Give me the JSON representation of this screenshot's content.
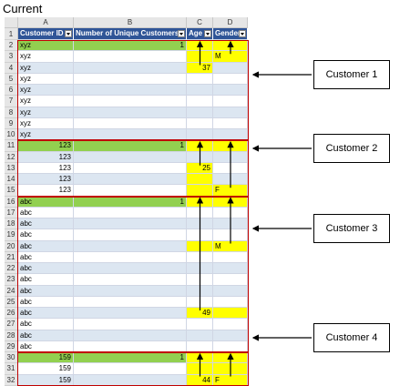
{
  "title": "Current",
  "columns": [
    "A",
    "B",
    "C",
    "D"
  ],
  "headers": {
    "customer_id": "Customer ID",
    "unique_customers": "Number of Unique Customers",
    "age": "Age",
    "gender": "Gender"
  },
  "rows": [
    {
      "n": "2",
      "a": "xyz",
      "b": "1",
      "c": "",
      "d": "",
      "fill": "green"
    },
    {
      "n": "3",
      "a": "xyz",
      "b": "",
      "c": "",
      "d": "M",
      "fill": "plain"
    },
    {
      "n": "4",
      "a": "xyz",
      "b": "",
      "c": "37",
      "d": "",
      "fill": "band"
    },
    {
      "n": "5",
      "a": "xyz",
      "b": "",
      "c": "",
      "d": "",
      "fill": "plain"
    },
    {
      "n": "6",
      "a": "xyz",
      "b": "",
      "c": "",
      "d": "",
      "fill": "band"
    },
    {
      "n": "7",
      "a": "xyz",
      "b": "",
      "c": "",
      "d": "",
      "fill": "plain"
    },
    {
      "n": "8",
      "a": "xyz",
      "b": "",
      "c": "",
      "d": "",
      "fill": "band"
    },
    {
      "n": "9",
      "a": "xyz",
      "b": "",
      "c": "",
      "d": "",
      "fill": "plain"
    },
    {
      "n": "10",
      "a": "xyz",
      "b": "",
      "c": "",
      "d": "",
      "fill": "band"
    },
    {
      "n": "11",
      "a": "123",
      "b": "1",
      "c": "",
      "d": "",
      "fill": "green"
    },
    {
      "n": "12",
      "a": "123",
      "b": "",
      "c": "",
      "d": "",
      "fill": "band"
    },
    {
      "n": "13",
      "a": "123",
      "b": "",
      "c": "25",
      "d": "",
      "fill": "plain"
    },
    {
      "n": "14",
      "a": "123",
      "b": "",
      "c": "",
      "d": "",
      "fill": "band"
    },
    {
      "n": "15",
      "a": "123",
      "b": "",
      "c": "",
      "d": "F",
      "fill": "plain"
    },
    {
      "n": "16",
      "a": "abc",
      "b": "1",
      "c": "",
      "d": "",
      "fill": "green"
    },
    {
      "n": "17",
      "a": "abc",
      "b": "",
      "c": "",
      "d": "",
      "fill": "plain"
    },
    {
      "n": "18",
      "a": "abc",
      "b": "",
      "c": "",
      "d": "",
      "fill": "band"
    },
    {
      "n": "19",
      "a": "abc",
      "b": "",
      "c": "",
      "d": "",
      "fill": "plain"
    },
    {
      "n": "20",
      "a": "abc",
      "b": "",
      "c": "",
      "d": "M",
      "fill": "band"
    },
    {
      "n": "21",
      "a": "abc",
      "b": "",
      "c": "",
      "d": "",
      "fill": "plain"
    },
    {
      "n": "22",
      "a": "abc",
      "b": "",
      "c": "",
      "d": "",
      "fill": "band"
    },
    {
      "n": "23",
      "a": "abc",
      "b": "",
      "c": "",
      "d": "",
      "fill": "plain"
    },
    {
      "n": "24",
      "a": "abc",
      "b": "",
      "c": "",
      "d": "",
      "fill": "band"
    },
    {
      "n": "25",
      "a": "abc",
      "b": "",
      "c": "",
      "d": "",
      "fill": "plain"
    },
    {
      "n": "26",
      "a": "abc",
      "b": "",
      "c": "49",
      "d": "",
      "fill": "band"
    },
    {
      "n": "27",
      "a": "abc",
      "b": "",
      "c": "",
      "d": "",
      "fill": "plain"
    },
    {
      "n": "28",
      "a": "abc",
      "b": "",
      "c": "",
      "d": "",
      "fill": "band"
    },
    {
      "n": "29",
      "a": "abc",
      "b": "",
      "c": "",
      "d": "",
      "fill": "plain"
    },
    {
      "n": "30",
      "a": "159",
      "b": "1",
      "c": "",
      "d": "",
      "fill": "green"
    },
    {
      "n": "31",
      "a": "159",
      "b": "",
      "c": "",
      "d": "",
      "fill": "plain"
    },
    {
      "n": "32",
      "a": "159",
      "b": "",
      "c": "44",
      "d": "F",
      "fill": "band"
    }
  ],
  "callouts": [
    {
      "label": "Customer 1",
      "row": "6"
    },
    {
      "label": "Customer 2",
      "row": "13"
    },
    {
      "label": "Customer 3",
      "row": "20"
    },
    {
      "label": "Customer 4",
      "row": "30"
    }
  ],
  "header_row_number": "1",
  "colors": {
    "header": "#2f5597",
    "band": "#dce6f1",
    "first_row_of_customer": "#92d050",
    "found_value": "#ffff00",
    "group_border": "#c00000"
  }
}
